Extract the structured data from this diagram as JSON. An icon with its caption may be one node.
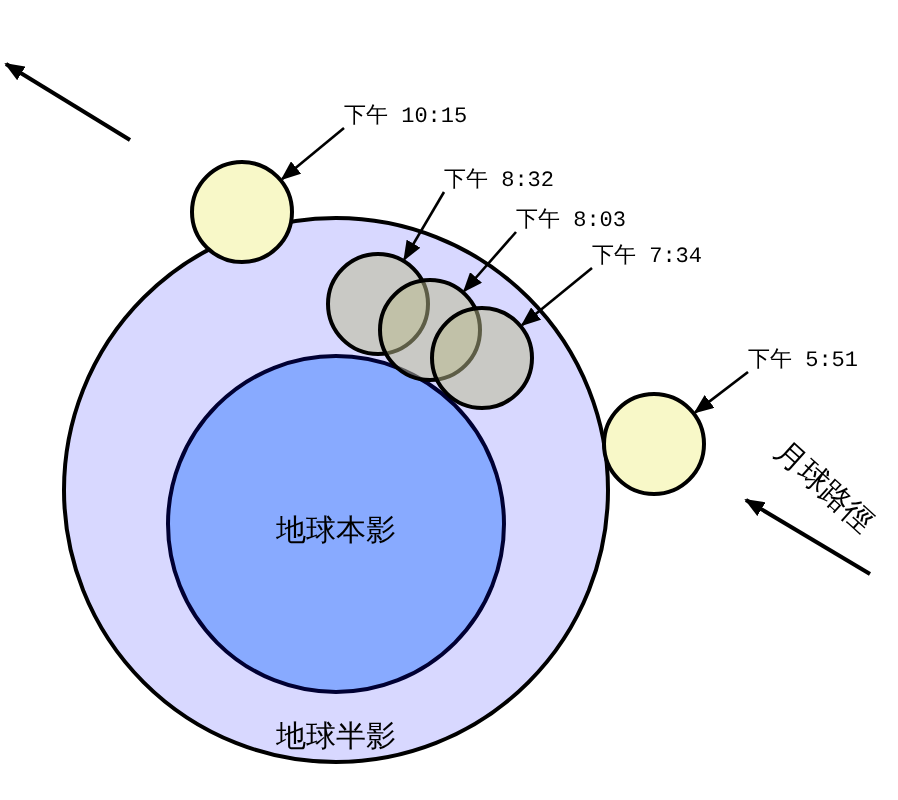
{
  "diagram": {
    "nodes": [
      {
        "text": [
          "地球半影"
        ]
      },
      {
        "text": [
          "地球本影"
        ],
        "in": 0
      },
      {
        "text": [],
        "shape": "circle"
      },
      {
        "text": [],
        "shape": "circle",
        "in": 0
      },
      {
        "text": [],
        "shape": "circle",
        "in": 0
      },
      {
        "text": [],
        "shape": "circle",
        "in": 0
      },
      {
        "text": [],
        "shape": "circle"
      },
      {
        "text": [
          "下午 10:15"
        ]
      },
      {
        "text": [
          "下午 8:32"
        ]
      },
      {
        "text": [
          "下午 8:03"
        ]
      },
      {
        "text": [
          "下午 7:34"
        ]
      },
      {
        "text": [
          "下午 5:51"
        ]
      }
    ],
    "edges": [
      {
        "from": 7,
        "to": 2,
        "arrow": "to"
      },
      {
        "from": 8,
        "to": 3,
        "arrow": "to"
      },
      {
        "from": 9,
        "to": 4,
        "arrow": "to"
      },
      {
        "from": 10,
        "to": 5,
        "arrow": "to"
      },
      {
        "from": 11,
        "to": 6,
        "arrow": "to"
      }
    ],
    "labels": [
      "月球路徑"
    ]
  }
}
